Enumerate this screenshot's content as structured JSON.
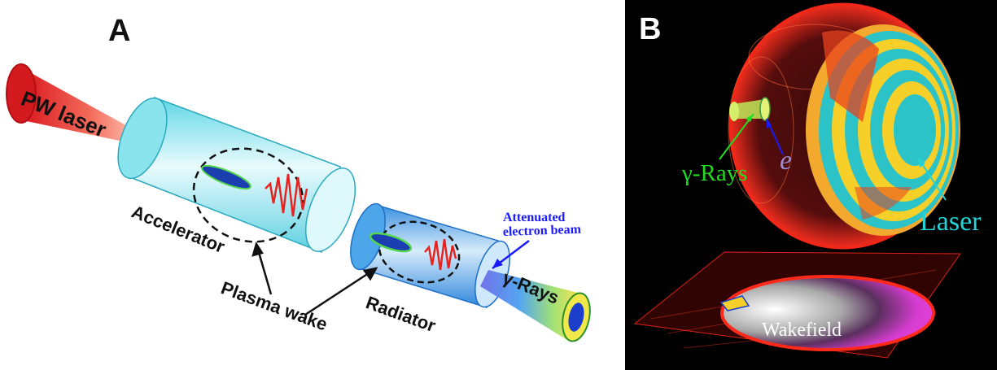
{
  "panel_a": {
    "panel_label": "A",
    "labels": {
      "pw_laser": "PW laser",
      "accelerator": "Accelerator",
      "plasma_wake": "Plasma wake",
      "radiator": "Radiator",
      "gamma_rays": "γ-Rays",
      "attenuated_line1": "Attenuated",
      "attenuated_line2": "electron beam"
    }
  },
  "panel_b": {
    "panel_label": "B",
    "labels": {
      "gamma_rays": "γ-Rays",
      "electron": "e",
      "laser": "Laser",
      "wakefield": "Wakefield"
    }
  },
  "colors": {
    "laser_red": "#e8231f",
    "cyan_cylinder": "#7fe3ee",
    "blue_cylinder": "#4aa8ea",
    "annotation_blue": "#1a1aff",
    "panel_b_bg": "#000000",
    "gamma_green": "#22dd22",
    "electron_lavender": "#9a8cd8",
    "laser_cyan": "#22d3d8",
    "wakefield_magenta": "#e23bd6"
  }
}
